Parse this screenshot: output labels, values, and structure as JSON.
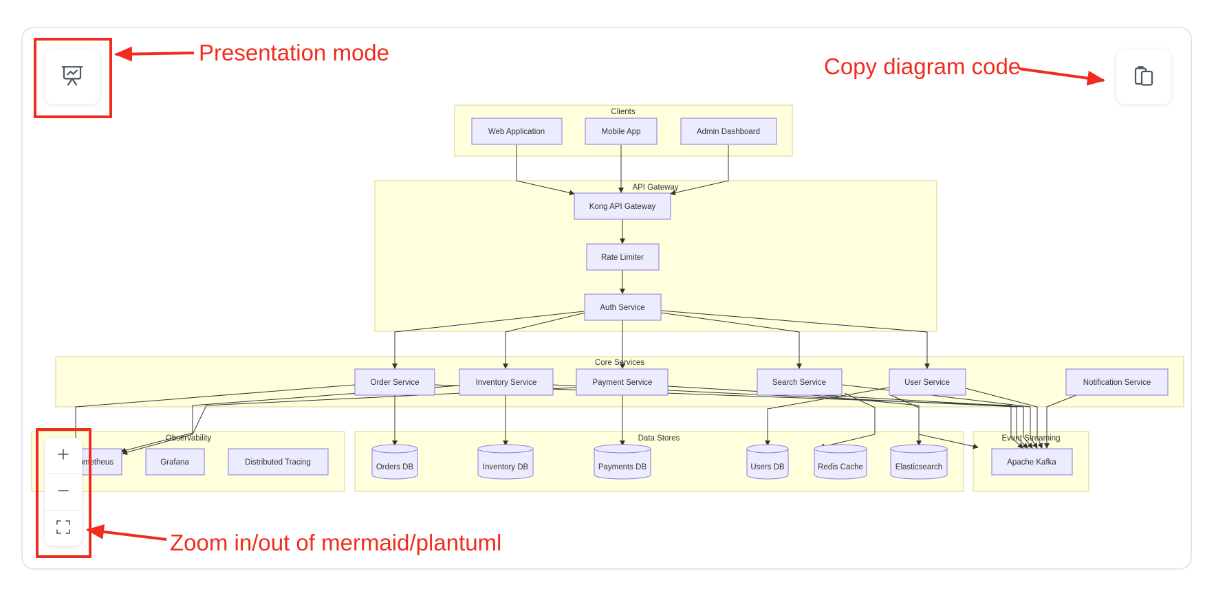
{
  "toolbar": {
    "presentation_icon": "presentation-easel-icon",
    "copy_icon": "clipboard-copy-icon",
    "zoom_in_icon": "plus-icon",
    "zoom_out_icon": "minus-icon",
    "fit_icon": "fullscreen-corners-icon"
  },
  "annotations": {
    "presentation": "Presentation mode",
    "copy": "Copy diagram code",
    "zoom": "Zoom in/out of mermaid/plantuml"
  },
  "diagram": {
    "groups": {
      "clients": "Clients",
      "gateway": "API Gateway",
      "core": "Core Services",
      "observability": "Observability",
      "datastores": "Data Stores",
      "streaming": "Event Streaming"
    },
    "nodes": {
      "web": "Web Application",
      "mobile": "Mobile App",
      "admin": "Admin Dashboard",
      "kong": "Kong API Gateway",
      "rate": "Rate Limiter",
      "auth": "Auth Service",
      "order": "Order Service",
      "inventory": "Inventory Service",
      "payment": "Payment Service",
      "search": "Search Service",
      "user": "User Service",
      "notification": "Notification Service",
      "prometheus": "Prometheus",
      "grafana": "Grafana",
      "tracing": "Distributed Tracing",
      "kafka": "Apache Kafka"
    },
    "databases": {
      "orders_db": "Orders DB",
      "inventory_db": "Inventory DB",
      "payments_db": "Payments DB",
      "users_db": "Users DB",
      "redis": "Redis Cache",
      "elastic": "Elasticsearch"
    }
  },
  "colors": {
    "annotation_red": "#f02c1e",
    "group_fill": "#ffffde",
    "group_stroke": "#dcdc9a",
    "node_fill": "#ececff",
    "node_stroke": "#9370db"
  }
}
